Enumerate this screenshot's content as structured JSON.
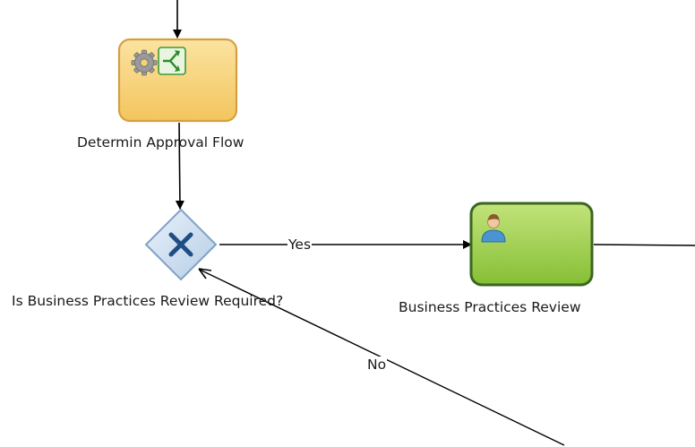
{
  "diagram": {
    "nodes": {
      "service_task": {
        "label": "Determin Approval Flow",
        "type": "service-task",
        "fill": "#f6cf6e",
        "stroke": "#d7a23a"
      },
      "gateway": {
        "label": "Is Business Practices Review Required?",
        "type": "exclusive-gateway",
        "fill": "#cfe0f2",
        "stroke": "#7fa2c6",
        "mark": "#1f4e85"
      },
      "user_task": {
        "label": "Business Practices Review",
        "type": "user-task",
        "fill": "#9fcf4a",
        "stroke": "#3f6a22"
      }
    },
    "edges": {
      "yes": {
        "label": "Yes"
      },
      "no": {
        "label": "No"
      }
    }
  }
}
